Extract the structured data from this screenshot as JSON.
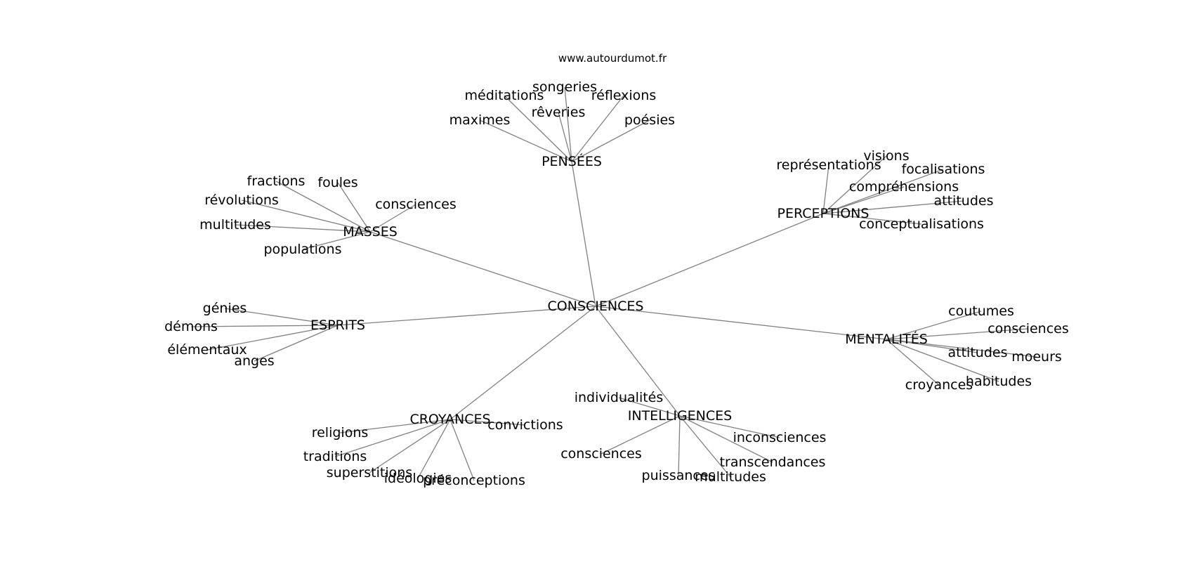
{
  "watermark": "www.autourdumot.fr",
  "colors": {
    "edge": "#808080",
    "text": "#000000",
    "background": "#ffffff"
  },
  "graph": {
    "center": "CONSCIENCES",
    "hubs": [
      {
        "label": "PENSÉES",
        "leaves": [
          "songeries",
          "méditations",
          "réflexions",
          "rêveries",
          "maximes",
          "poésies"
        ]
      },
      {
        "label": "PERCEPTIONS",
        "leaves": [
          "représentations",
          "visions",
          "focalisations",
          "compréhensions",
          "attitudes",
          "conceptualisations"
        ]
      },
      {
        "label": "MASSES",
        "leaves": [
          "fractions",
          "foules",
          "révolutions",
          "consciences",
          "multitudes",
          "populations"
        ]
      },
      {
        "label": "ESPRITS",
        "leaves": [
          "génies",
          "démons",
          "élémentaux",
          "anges"
        ]
      },
      {
        "label": "MENTALITÉS",
        "leaves": [
          "coutumes",
          "consciences",
          "attitudes",
          "moeurs",
          "croyances",
          "habitudes"
        ]
      },
      {
        "label": "CROYANCES",
        "leaves": [
          "convictions",
          "religions",
          "traditions",
          "superstitions",
          "idéologies",
          "préconceptions"
        ]
      },
      {
        "label": "INTELLIGENCES",
        "leaves": [
          "individualités",
          "inconsciences",
          "consciences",
          "transcendances",
          "puissances",
          "multitudes"
        ]
      }
    ]
  }
}
